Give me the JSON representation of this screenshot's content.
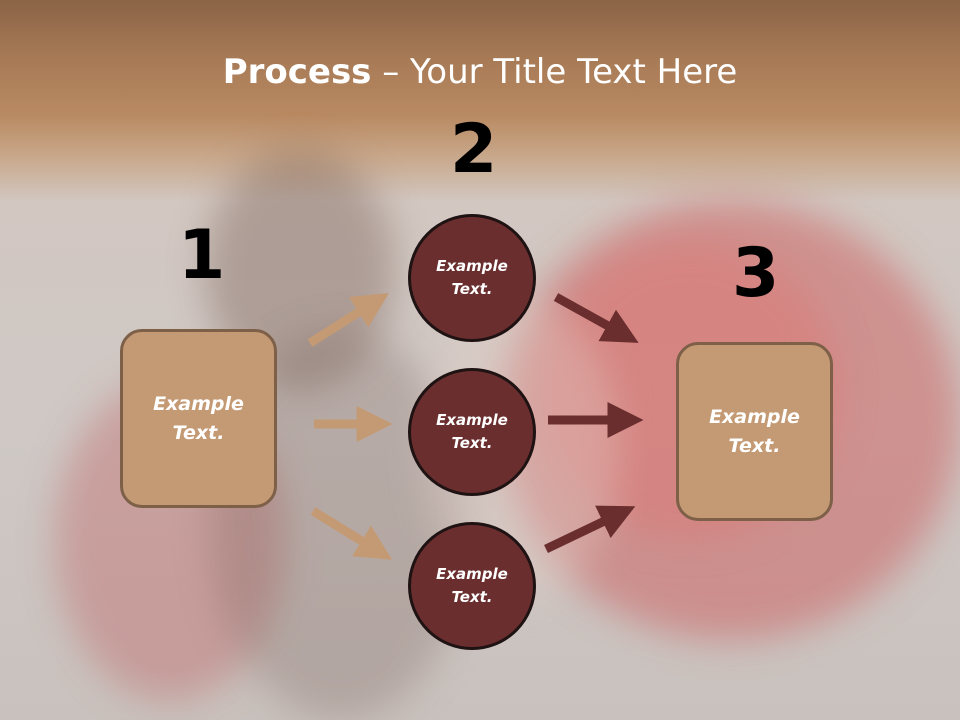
{
  "title": {
    "bold": "Process",
    "rest": " – Your Title Text Here"
  },
  "steps": {
    "one": "1",
    "two": "2",
    "three": "3"
  },
  "left_box": {
    "line1": "Example",
    "line2": "Text."
  },
  "right_box": {
    "line1": "Example",
    "line2": "Text."
  },
  "circles": [
    {
      "line1": "Example",
      "line2": "Text."
    },
    {
      "line1": "Example",
      "line2": "Text."
    },
    {
      "line1": "Example",
      "line2": "Text."
    }
  ],
  "colors": {
    "box_fill": "#c49a74",
    "circle_fill": "#6b2e2e",
    "left_arrow": "#c49a74",
    "right_arrow": "#6b2e2e"
  }
}
